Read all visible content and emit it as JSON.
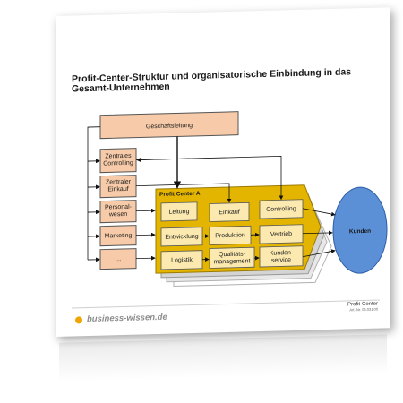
{
  "title": "Profit-Center-Struktur und organisatorische Einbindung in das Gesamt-Unternehmen",
  "boxes": {
    "geschaeftsleitung": "Geschäftsleitung",
    "zentrales_controlling": "Zentrales Controlling",
    "zentraler_einkauf": "Zentraler Einkauf",
    "personalwesen": "Personal-wesen",
    "marketing": "Marketing",
    "more": "…",
    "profit_center": "Profit Center A",
    "leitung": "Leitung",
    "einkauf": "Einkauf",
    "controlling": "Controlling",
    "entwicklung": "Entwicklung",
    "produktion": "Produktion",
    "vertrieb": "Vertrieb",
    "logistik": "Logistik",
    "qualitaetsmanagement": "Qualitäts-management",
    "kundenservice": "Kunden-service",
    "kunden": "Kunden"
  },
  "footer": {
    "brand": "business-wissen.de",
    "label": "Profit-Center",
    "art": "Art.-Nr. 06.031.00"
  },
  "colors": {
    "salmon": "#f7cba9",
    "gold": "#e3b500",
    "cream": "#fbe9b0",
    "blue": "#5b8fd6",
    "brand_dot": "#f0a500"
  }
}
